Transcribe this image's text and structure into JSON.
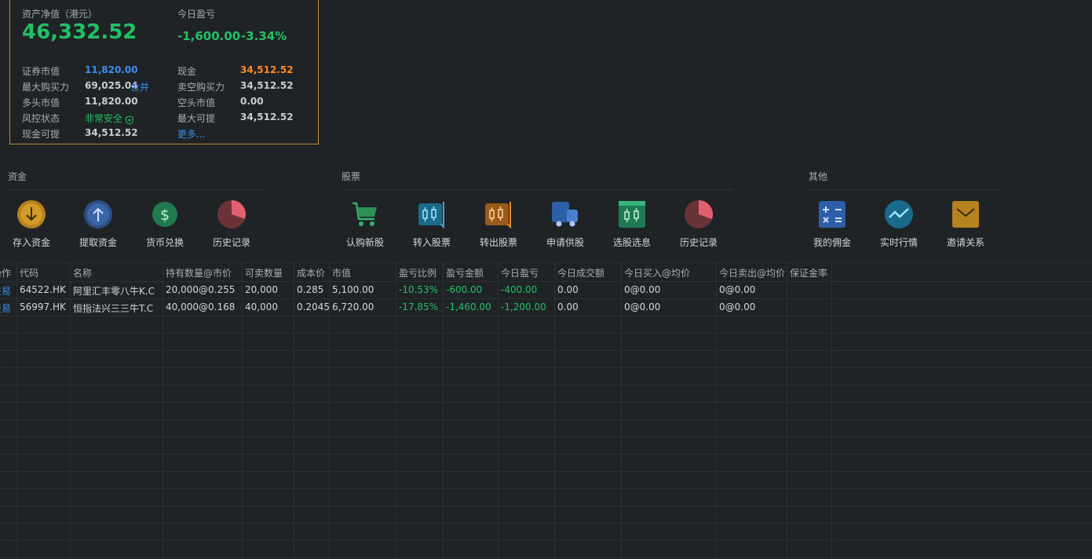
{
  "summary": {
    "net_asset_label": "资产净值（港元）",
    "net_asset_value": "46,332.52",
    "today_pl_label": "今日盈亏",
    "today_pl_value": "-1,600.00",
    "today_pl_pct": "-3.34%",
    "rows": [
      {
        "l1": "证券市值",
        "v1": "11,820.00",
        "l2": "现金",
        "v2": "34,512.52"
      },
      {
        "l1": "最大购买力",
        "v1": "69,025.04",
        "extra": "合并",
        "l2": "卖空购买力",
        "v2": "34,512.52"
      },
      {
        "l1": "多头市值",
        "v1": "11,820.00",
        "l2": "空头市值",
        "v2": "0.00"
      },
      {
        "l1": "风控状态",
        "v1": "非常安全",
        "l2": "最大可提",
        "v2": "34,512.52"
      },
      {
        "l1": "现金可提",
        "v1": "34,512.52",
        "more": "更多..."
      }
    ]
  },
  "sections": {
    "funds": {
      "title": "资金",
      "items": [
        "存入资金",
        "提取资金",
        "货币兑换",
        "历史记录"
      ]
    },
    "stocks": {
      "title": "股票",
      "items": [
        "认购新股",
        "转入股票",
        "转出股票",
        "申请供股",
        "选股选息",
        "历史记录"
      ]
    },
    "other": {
      "title": "其他",
      "items": [
        "我的佣金",
        "实时行情",
        "邀请关系"
      ]
    }
  },
  "table": {
    "headers": [
      "操作",
      "代码",
      "名称",
      "持有数量@市价",
      "可卖数量",
      "成本价",
      "市值",
      "盈亏比例",
      "盈亏金额",
      "今日盈亏",
      "今日成交额",
      "今日买入@均价",
      "今日卖出@均价",
      "保证金率"
    ],
    "rows": [
      [
        "交易",
        "64522.HK",
        "阿里汇丰零八牛K.C",
        "20,000@0.255",
        "20,000",
        "0.285",
        "5,100.00",
        "-10.53%",
        "-600.00",
        "-400.00",
        "0.00",
        "0@0.00",
        "0@0.00",
        ""
      ],
      [
        "交易",
        "56997.HK",
        "恒指法兴三三牛T.C",
        "40,000@0.168",
        "40,000",
        "0.2045",
        "6,720.00",
        "-17.85%",
        "-1,460.00",
        "-1,200.00",
        "0.00",
        "0@0.00",
        "0@0.00",
        ""
      ]
    ]
  },
  "colors": {
    "background": "#1f2326",
    "accent_border": "#c28a2e",
    "positive_text": "#22c063",
    "link": "#3e8cf0",
    "cash": "#ff8a1f"
  }
}
